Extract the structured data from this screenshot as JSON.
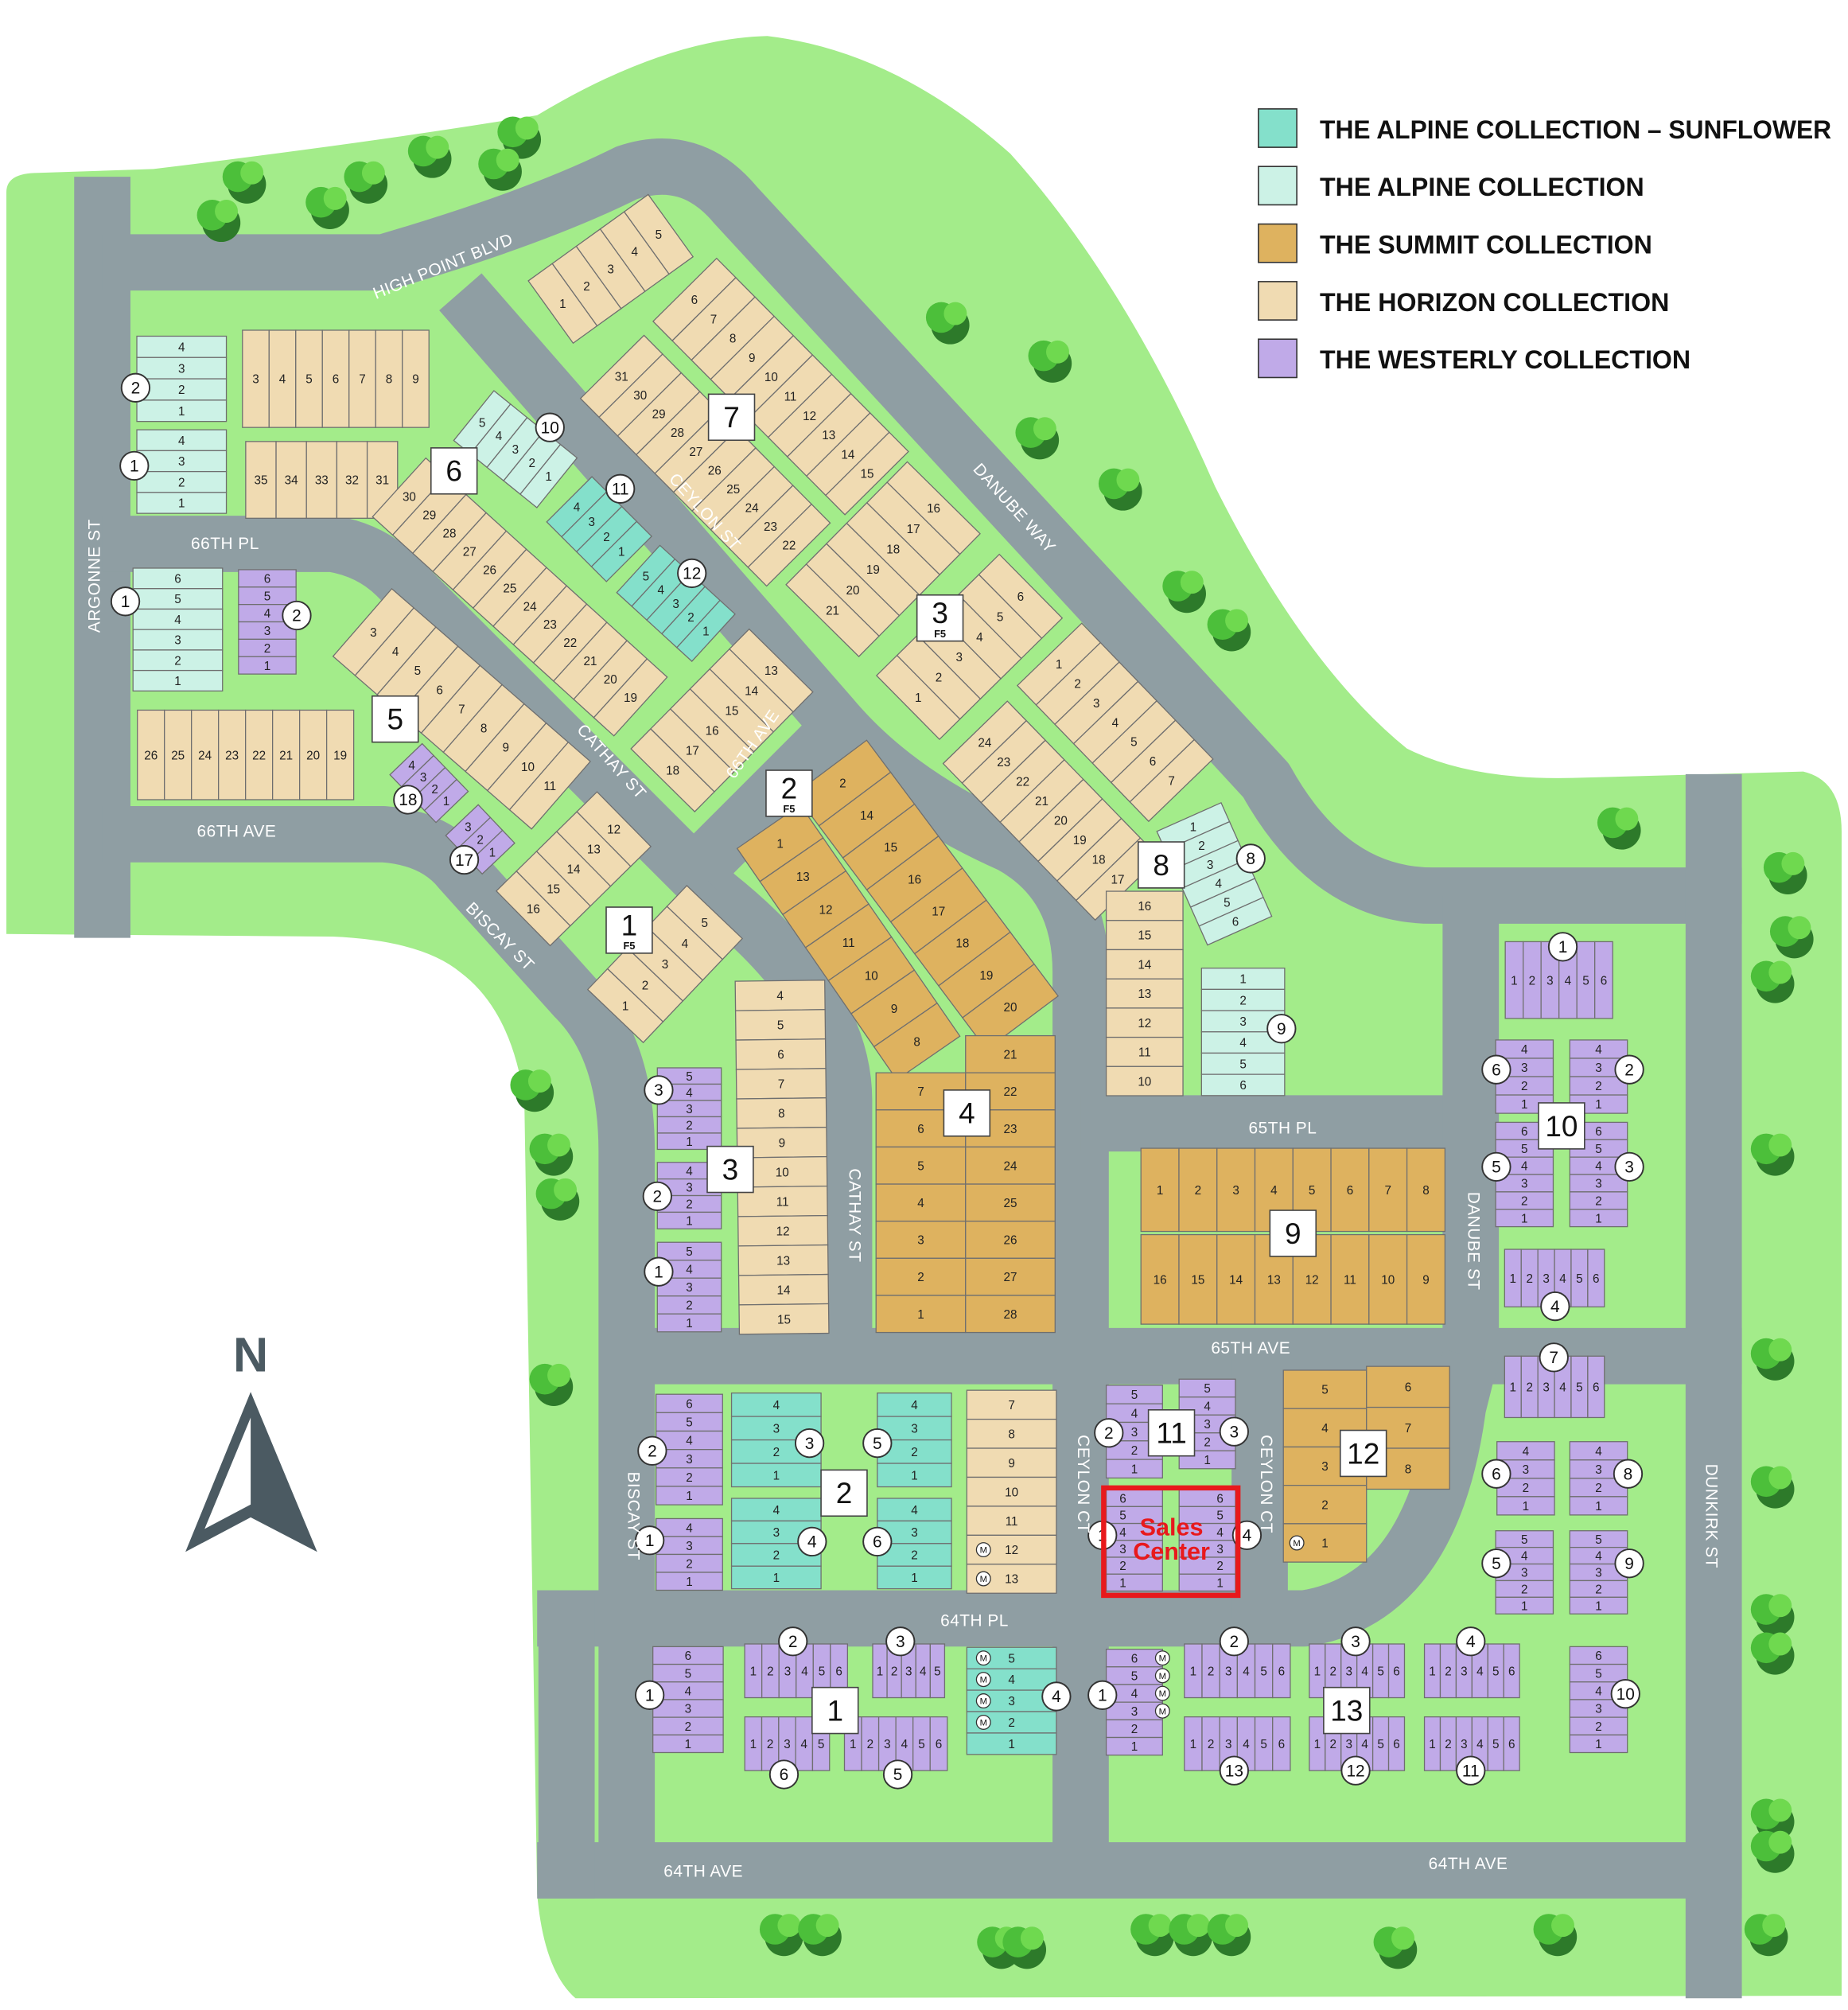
{
  "legend": [
    {
      "key": "alpine_sunflower",
      "label": "THE ALPINE COLLECTION – SUNFLOWER",
      "color": "#84e0cb"
    },
    {
      "key": "alpine",
      "label": "THE ALPINE COLLECTION",
      "color": "#ccf2e6"
    },
    {
      "key": "summit",
      "label": "THE SUMMIT COLLECTION",
      "color": "#deb25f"
    },
    {
      "key": "horizon",
      "label": "THE HORIZON COLLECTION",
      "color": "#f0dbb2"
    },
    {
      "key": "westerly",
      "label": "THE WESTERLY COLLECTION",
      "color": "#c0aae8"
    }
  ],
  "colors": {
    "park": "#a3ec8a",
    "road": "#8f9ea3",
    "sales_center": "#e8191c",
    "north_arrow": "#4b5a62"
  },
  "streets": [
    "HIGH POINT BLVD",
    "CEYLON ST",
    "DANUBE WAY",
    "66TH PL",
    "ARGONNE ST",
    "CATHAY ST",
    "66TH AVE",
    "66TH AVE",
    "BISCAY ST",
    "CATHAY ST",
    "65TH PL",
    "DANUBE ST",
    "65TH AVE",
    "CEYLON CT",
    "CEYLON CT",
    "BISCAY ST",
    "64TH PL",
    "DUNKIRK ST",
    "64TH AVE",
    "64TH AVE"
  ],
  "north_label": "N",
  "model_marker": "M",
  "sales_center": {
    "line1": "Sales",
    "line2": "Center"
  },
  "block_labels": [
    {
      "label": "1",
      "sub": "F5"
    },
    {
      "label": "2",
      "sub": "F5"
    },
    {
      "label": "3",
      "sub": "F5"
    },
    {
      "label": "4"
    },
    {
      "label": "5"
    },
    {
      "label": "6"
    },
    {
      "label": "7"
    },
    {
      "label": "8"
    },
    {
      "label": "9"
    },
    {
      "label": "10"
    },
    {
      "label": "11"
    },
    {
      "label": "12"
    },
    {
      "label": "13"
    },
    {
      "label": "1"
    },
    {
      "label": "2"
    },
    {
      "label": "3"
    }
  ],
  "lot_groups": [
    {
      "collection": "horizon",
      "lots": [
        3,
        4,
        5,
        6,
        7,
        8,
        9
      ]
    },
    {
      "collection": "horizon",
      "lots": [
        35,
        34,
        33,
        32,
        31
      ]
    },
    {
      "collection": "horizon",
      "lots": [
        30,
        29,
        28,
        27,
        26,
        25,
        24,
        23,
        22,
        21,
        20,
        19
      ]
    },
    {
      "collection": "horizon",
      "lots": [
        1,
        2,
        3,
        4,
        5
      ]
    },
    {
      "collection": "horizon",
      "lots": [
        6,
        7,
        8,
        9,
        10,
        11,
        12,
        13,
        14,
        15
      ]
    },
    {
      "collection": "horizon",
      "lots": [
        31,
        30,
        29,
        28,
        27,
        26,
        25,
        24,
        23,
        22
      ]
    },
    {
      "collection": "horizon",
      "lots": [
        16,
        17,
        18,
        19,
        20,
        21
      ]
    },
    {
      "collection": "horizon",
      "lots": [
        3,
        4,
        5,
        6,
        7,
        8,
        9,
        10,
        11
      ]
    },
    {
      "collection": "horizon",
      "lots": [
        26,
        25,
        24,
        23,
        22,
        21,
        20,
        19
      ]
    },
    {
      "collection": "horizon",
      "lots": [
        18,
        17,
        16,
        15,
        14,
        13
      ]
    },
    {
      "collection": "horizon",
      "lots": [
        16,
        15,
        14,
        13,
        12
      ]
    },
    {
      "collection": "horizon",
      "lots": [
        1,
        2,
        3,
        4,
        5
      ]
    },
    {
      "collection": "horizon",
      "lots": [
        4,
        5,
        6,
        7,
        8,
        9,
        10,
        11,
        12,
        13,
        14,
        15
      ]
    },
    {
      "collection": "horizon",
      "lots": [
        1,
        2,
        3,
        4,
        5,
        6
      ]
    },
    {
      "collection": "horizon",
      "lots": [
        1,
        2,
        3,
        4,
        5,
        6,
        7
      ]
    },
    {
      "collection": "horizon",
      "lots": [
        24,
        23,
        22,
        21,
        20,
        19,
        18,
        17
      ]
    },
    {
      "collection": "horizon",
      "lots": [
        16,
        15,
        14,
        13,
        12,
        11,
        10
      ]
    },
    {
      "collection": "horizon",
      "lots": [
        7,
        8,
        9,
        10,
        11,
        12,
        13
      ],
      "model_lots": [
        12,
        13
      ]
    },
    {
      "collection": "summit",
      "lots": [
        2,
        14,
        15,
        16,
        17,
        18,
        19,
        20
      ]
    },
    {
      "collection": "summit",
      "lots": [
        1,
        13,
        12,
        11,
        10,
        9,
        8
      ]
    },
    {
      "collection": "summit",
      "lots": [
        7,
        6,
        5,
        4,
        3,
        2,
        1
      ]
    },
    {
      "collection": "summit",
      "lots": [
        21,
        22,
        23,
        24,
        25,
        26,
        27,
        28
      ]
    },
    {
      "collection": "summit",
      "lots": [
        1,
        2,
        3,
        4,
        5,
        6,
        7,
        8
      ]
    },
    {
      "collection": "summit",
      "lots": [
        16,
        15,
        14,
        13,
        12,
        11,
        10,
        9
      ]
    },
    {
      "collection": "summit",
      "lots": [
        5,
        4,
        3,
        2,
        1
      ],
      "model_lots": [
        1
      ]
    },
    {
      "collection": "summit",
      "lots": [
        6,
        7,
        8
      ]
    },
    {
      "collection": "alpine",
      "building": "2",
      "lots": [
        4,
        3,
        2,
        1
      ]
    },
    {
      "collection": "alpine",
      "building": "1",
      "lots": [
        4,
        3,
        2,
        1
      ]
    },
    {
      "collection": "alpine",
      "building": "1",
      "lots": [
        6,
        5,
        4,
        3,
        2,
        1
      ]
    },
    {
      "collection": "alpine",
      "building": "10",
      "lots": [
        5,
        4,
        3,
        2,
        1
      ]
    },
    {
      "collection": "alpine_sunflower",
      "building": "11",
      "lots": [
        4,
        3,
        2,
        1
      ]
    },
    {
      "collection": "alpine_sunflower",
      "building": "12",
      "lots": [
        5,
        4,
        3,
        2,
        1
      ]
    },
    {
      "collection": "alpine",
      "building": "8",
      "lots": [
        1,
        2,
        3,
        4,
        5,
        6
      ]
    },
    {
      "collection": "alpine",
      "building": "9",
      "lots": [
        1,
        2,
        3,
        4,
        5,
        6
      ]
    },
    {
      "collection": "alpine_sunflower",
      "building": "3",
      "lots": [
        4,
        3,
        2,
        1
      ]
    },
    {
      "collection": "alpine_sunflower",
      "building": "4",
      "lots": [
        4,
        3,
        2,
        1
      ]
    },
    {
      "collection": "alpine_sunflower",
      "building": "5",
      "lots": [
        4,
        3,
        2,
        1
      ]
    },
    {
      "collection": "alpine_sunflower",
      "building": "6",
      "lots": [
        4,
        3,
        2,
        1
      ]
    },
    {
      "collection": "alpine_sunflower",
      "building": "4",
      "lots": [
        5,
        4,
        3,
        2,
        1
      ],
      "model_lots": [
        5,
        4,
        3,
        2
      ]
    },
    {
      "collection": "westerly",
      "building": "2",
      "lots": [
        6,
        5,
        4,
        3,
        2,
        1
      ]
    },
    {
      "collection": "westerly",
      "building": "18",
      "lots": [
        4,
        3,
        2,
        1
      ]
    },
    {
      "collection": "westerly",
      "building": "17",
      "lots": [
        3,
        2,
        1
      ]
    },
    {
      "collection": "westerly",
      "building": "3",
      "lots": [
        5,
        4,
        3,
        2,
        1
      ]
    },
    {
      "collection": "westerly",
      "building": "2",
      "lots": [
        4,
        3,
        2,
        1
      ]
    },
    {
      "collection": "westerly",
      "building": "1",
      "lots": [
        5,
        4,
        3,
        2,
        1
      ]
    },
    {
      "collection": "westerly",
      "building": "1",
      "lots": [
        1,
        2,
        3,
        4,
        5,
        6
      ]
    },
    {
      "collection": "westerly",
      "building": "6",
      "lots": [
        4,
        3,
        2,
        1
      ]
    },
    {
      "collection": "westerly",
      "building": "2",
      "lots": [
        4,
        3,
        2,
        1
      ]
    },
    {
      "collection": "westerly",
      "building": "5",
      "lots": [
        6,
        5,
        4,
        3,
        2,
        1
      ]
    },
    {
      "collection": "westerly",
      "building": "3",
      "lots": [
        6,
        5,
        4,
        3,
        2,
        1
      ]
    },
    {
      "collection": "westerly",
      "building": "4",
      "lots": [
        1,
        2,
        3,
        4,
        5,
        6
      ]
    },
    {
      "collection": "westerly",
      "building": "7",
      "lots": [
        1,
        2,
        3,
        4,
        5,
        6
      ]
    },
    {
      "collection": "westerly",
      "building": "6",
      "lots": [
        4,
        3,
        2,
        1
      ]
    },
    {
      "collection": "westerly",
      "building": "8",
      "lots": [
        4,
        3,
        2,
        1
      ]
    },
    {
      "collection": "westerly",
      "building": "5",
      "lots": [
        5,
        4,
        3,
        2,
        1
      ]
    },
    {
      "collection": "westerly",
      "building": "9",
      "lots": [
        5,
        4,
        3,
        2,
        1
      ]
    },
    {
      "collection": "westerly",
      "building": "10",
      "lots": [
        6,
        5,
        4,
        3,
        2,
        1
      ]
    },
    {
      "collection": "westerly",
      "building": "2",
      "lots": [
        5,
        4,
        3,
        2,
        1
      ]
    },
    {
      "collection": "westerly",
      "building": "3",
      "lots": [
        5,
        4,
        3,
        2,
        1
      ]
    },
    {
      "collection": "westerly",
      "building": "1",
      "lots": [
        6,
        5,
        4,
        3,
        2,
        1
      ]
    },
    {
      "collection": "westerly",
      "building": "4",
      "lots": [
        6,
        5,
        4,
        3,
        2,
        1
      ]
    },
    {
      "collection": "westerly",
      "building": "2",
      "lots": [
        6,
        5,
        4,
        3,
        2,
        1
      ]
    },
    {
      "collection": "westerly",
      "building": "1",
      "lots": [
        4,
        3,
        2,
        1
      ]
    },
    {
      "collection": "westerly",
      "building": "1",
      "lots": [
        6,
        5,
        4,
        3,
        2,
        1
      ]
    },
    {
      "collection": "westerly",
      "building": "2",
      "lots": [
        1,
        2,
        3,
        4,
        5,
        6
      ]
    },
    {
      "collection": "westerly",
      "building": "3",
      "lots": [
        1,
        2,
        3,
        4,
        5
      ]
    },
    {
      "collection": "westerly",
      "building": "6",
      "lots": [
        1,
        2,
        3,
        4,
        5
      ]
    },
    {
      "collection": "westerly",
      "building": "5",
      "lots": [
        1,
        2,
        3,
        4,
        5,
        6
      ]
    },
    {
      "collection": "westerly",
      "building": "1",
      "lots": [
        6,
        5,
        4,
        3,
        2,
        1
      ],
      "model_lots": [
        6,
        5,
        4,
        3
      ]
    },
    {
      "collection": "westerly",
      "building": "2",
      "lots": [
        1,
        2,
        3,
        4,
        5,
        6
      ]
    },
    {
      "collection": "westerly",
      "building": "3",
      "lots": [
        1,
        2,
        3,
        4,
        5,
        6
      ]
    },
    {
      "collection": "westerly",
      "building": "4",
      "lots": [
        1,
        2,
        3,
        4,
        5,
        6
      ]
    },
    {
      "collection": "westerly",
      "building": "13",
      "lots": [
        1,
        2,
        3,
        4,
        5,
        6
      ]
    },
    {
      "collection": "westerly",
      "building": "12",
      "lots": [
        1,
        2,
        3,
        4,
        5,
        6
      ]
    },
    {
      "collection": "westerly",
      "building": "11",
      "lots": [
        1,
        2,
        3,
        4,
        5,
        6
      ]
    }
  ]
}
